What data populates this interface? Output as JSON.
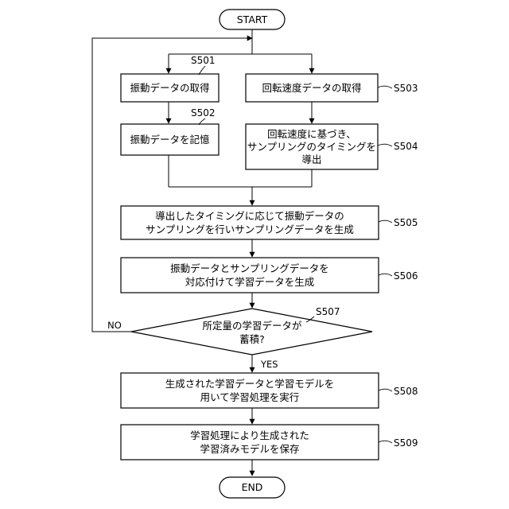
{
  "flowchart": {
    "start": "START",
    "end": "END",
    "steps": [
      {
        "id": "S501",
        "lines": [
          "振動データの取得"
        ]
      },
      {
        "id": "S502",
        "lines": [
          "振動データを記憶"
        ]
      },
      {
        "id": "S503",
        "lines": [
          "回転速度データの取得"
        ]
      },
      {
        "id": "S504",
        "lines": [
          "回転速度に基づき、",
          "サンプリングのタイミングを",
          "導出"
        ]
      },
      {
        "id": "S505",
        "lines": [
          "導出したタイミングに応じて振動データの",
          "サンプリングを行いサンプリングデータを生成"
        ]
      },
      {
        "id": "S506",
        "lines": [
          "振動データとサンプリングデータを",
          "対応付けて学習データを生成"
        ]
      },
      {
        "id": "S507",
        "lines": [
          "所定量の学習データが",
          "蓄積?"
        ]
      },
      {
        "id": "S508",
        "lines": [
          "生成された学習データと学習モデルを",
          "用いて学習処理を実行"
        ]
      },
      {
        "id": "S509",
        "lines": [
          "学習処理により生成された",
          "学習済みモデルを保存"
        ]
      }
    ],
    "branches": {
      "yes": "YES",
      "no": "NO"
    }
  }
}
